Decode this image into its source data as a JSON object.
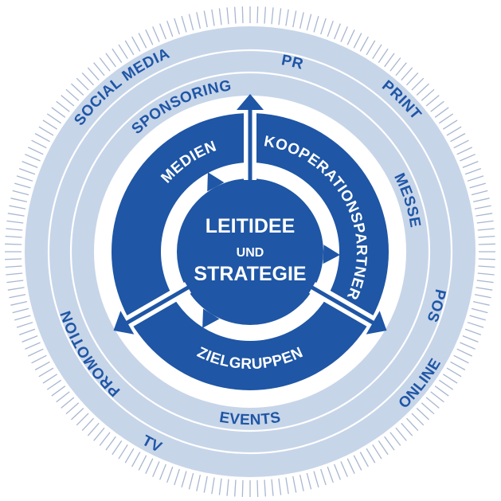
{
  "diagram": {
    "center": {
      "line1": "LEITIDEE",
      "line2": "UND",
      "line3": "STRATEGIE"
    },
    "cycle_segments": [
      {
        "label": "KOOPERATIONSPARTNER",
        "position": "right"
      },
      {
        "label": "ZIELGRUPPEN",
        "position": "bottom"
      },
      {
        "label": "MEDIEN",
        "position": "left"
      }
    ],
    "channels": {
      "inner_ring": [
        "SPONSORING",
        "MESSE",
        "EVENTS"
      ],
      "middle_ring": [
        "PR",
        "POS",
        "PROMOTION"
      ],
      "outer_ring": [
        "SOCIAL MEDIA",
        "PRINT",
        "ONLINE",
        "TV"
      ]
    },
    "labels": {
      "sponsoring": "SPONSORING",
      "pr": "PR",
      "print": "PRINT",
      "social_media": "SOCIAL MEDIA",
      "messe": "MESSE",
      "pos": "POS",
      "online": "ONLINE",
      "events": "EVENTS",
      "tv": "TV",
      "promotion": "PROMOTION",
      "medien": "MEDIEN",
      "kooperationspartner": "KOOPERATIONSPARTNER",
      "zielgruppen": "ZIELGRUPPEN"
    },
    "colors": {
      "dark_blue": "#1f56a5",
      "light_band": "#c7d5e9",
      "ticks": "#a8b7d0",
      "white": "#ffffff"
    }
  }
}
